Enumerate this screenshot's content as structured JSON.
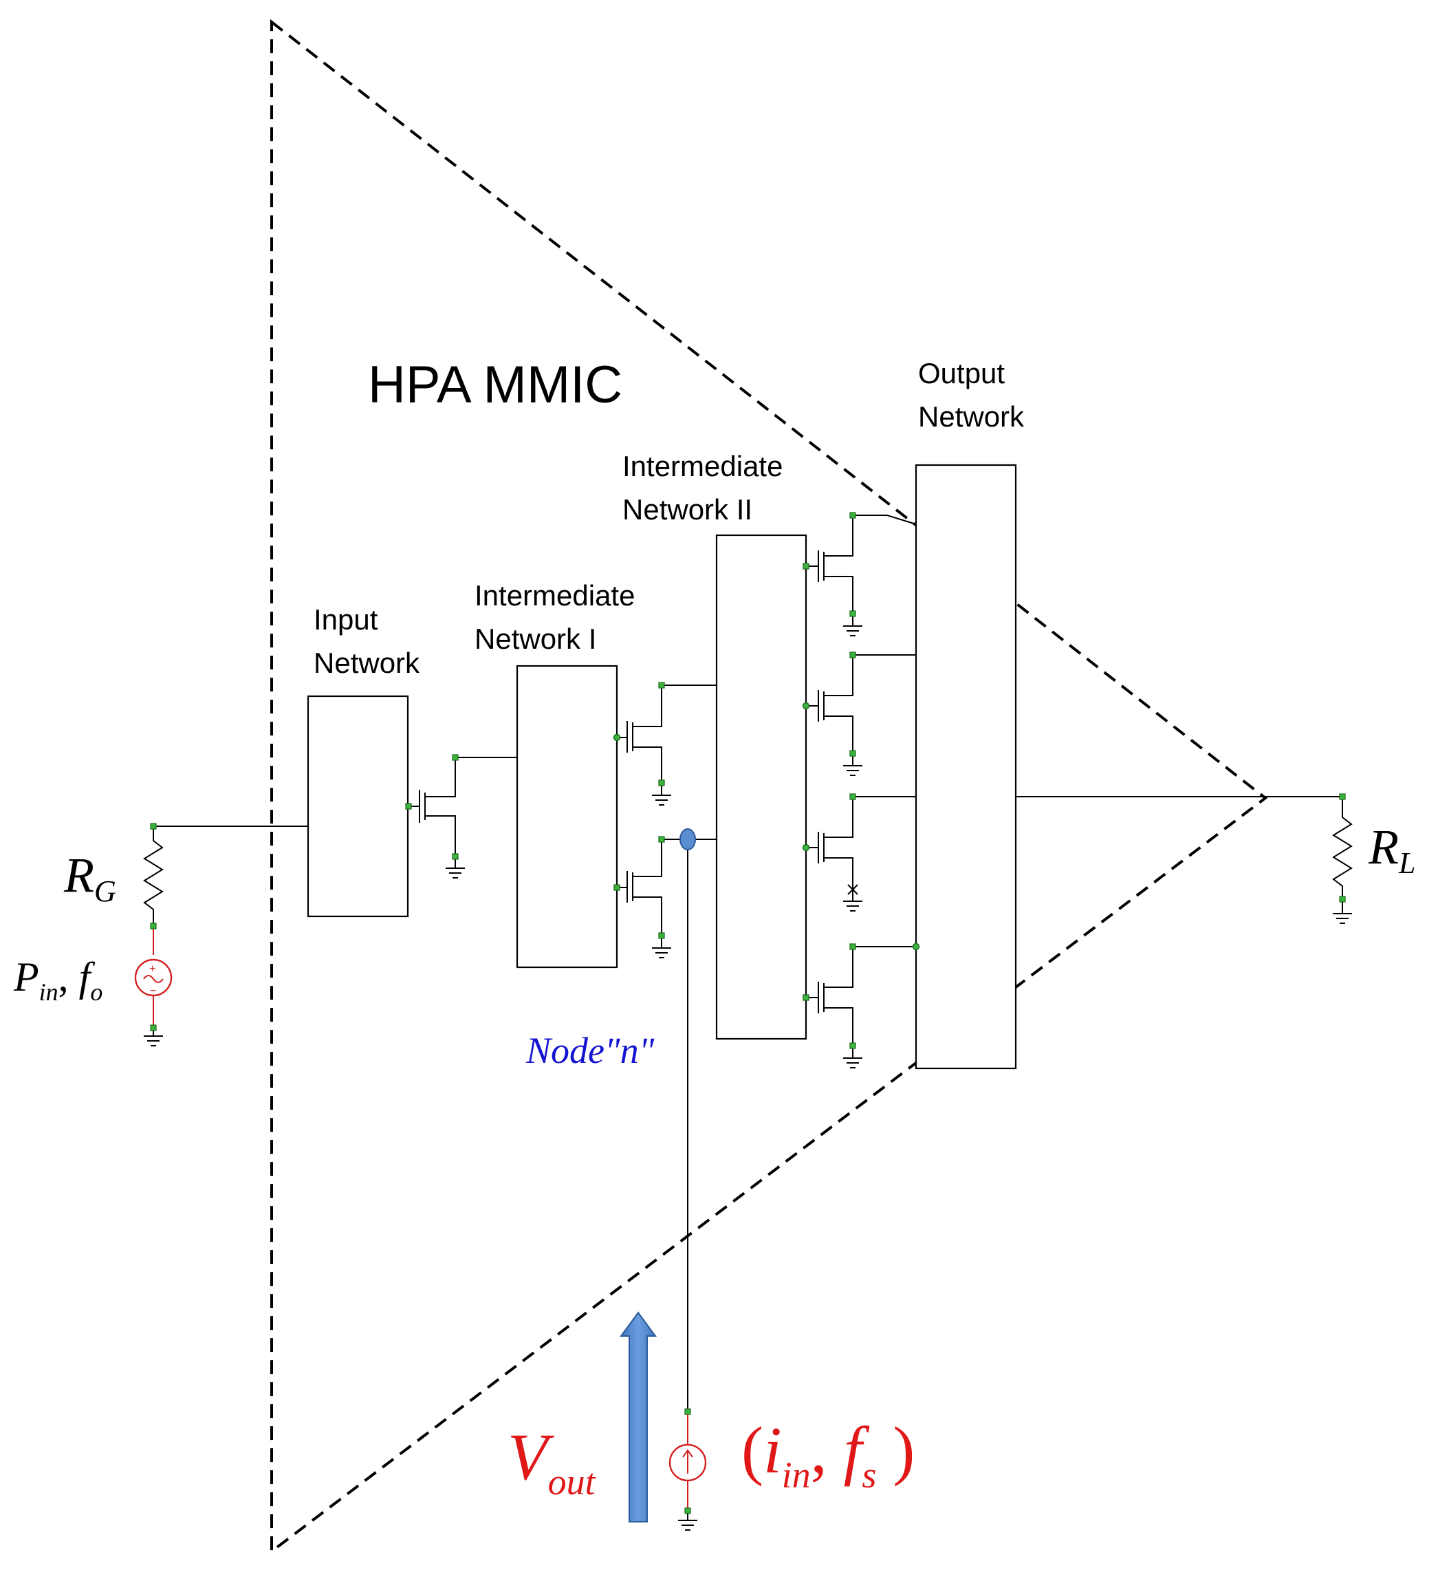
{
  "title": "HPA MMIC",
  "blocks": {
    "input": [
      "Input",
      "Network"
    ],
    "intermediate_1": [
      "Intermediate",
      "Network I"
    ],
    "intermediate_2": [
      "Intermediate",
      "Network II"
    ],
    "output": [
      "Output",
      "Network"
    ]
  },
  "source": {
    "resistor": "R",
    "resistor_sub": "G",
    "power": "P",
    "power_sub": "in",
    "freq": "f",
    "freq_sub": "o"
  },
  "load": {
    "resistor": "R",
    "resistor_sub": "L"
  },
  "node": {
    "name": "Node",
    "id": "\"n\""
  },
  "injection": {
    "voltage": "V",
    "voltage_sub": "out",
    "current": "i",
    "current_sub": "in",
    "freq": "f",
    "freq_sub": "s"
  },
  "colors": {
    "node_label": "#1414d2",
    "injection": "#e01818",
    "arrow_fill": "#5a8ed0"
  }
}
